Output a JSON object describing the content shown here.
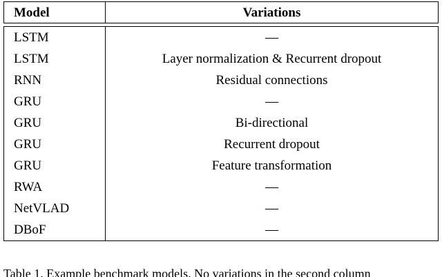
{
  "table": {
    "headers": [
      {
        "label": "Model",
        "align": "left"
      },
      {
        "label": "Variations",
        "align": "center"
      }
    ],
    "rows": [
      {
        "model": "LSTM",
        "variation": "—"
      },
      {
        "model": "LSTM",
        "variation": "Layer normalization & Recurrent dropout"
      },
      {
        "model": "RNN",
        "variation": "Residual connections"
      },
      {
        "model": "GRU",
        "variation": "—"
      },
      {
        "model": "GRU",
        "variation": "Bi-directional"
      },
      {
        "model": "GRU",
        "variation": "Recurrent dropout"
      },
      {
        "model": "GRU",
        "variation": "Feature transformation"
      },
      {
        "model": "RWA",
        "variation": "—"
      },
      {
        "model": "NetVLAD",
        "variation": "—"
      },
      {
        "model": "DBoF",
        "variation": "—"
      }
    ]
  },
  "caption": {
    "text": "Table 1. Example benchmark models. No variations in the second column"
  },
  "colors": {
    "page_background": "#ffffff",
    "rule": "#000000",
    "text": "#000000"
  }
}
